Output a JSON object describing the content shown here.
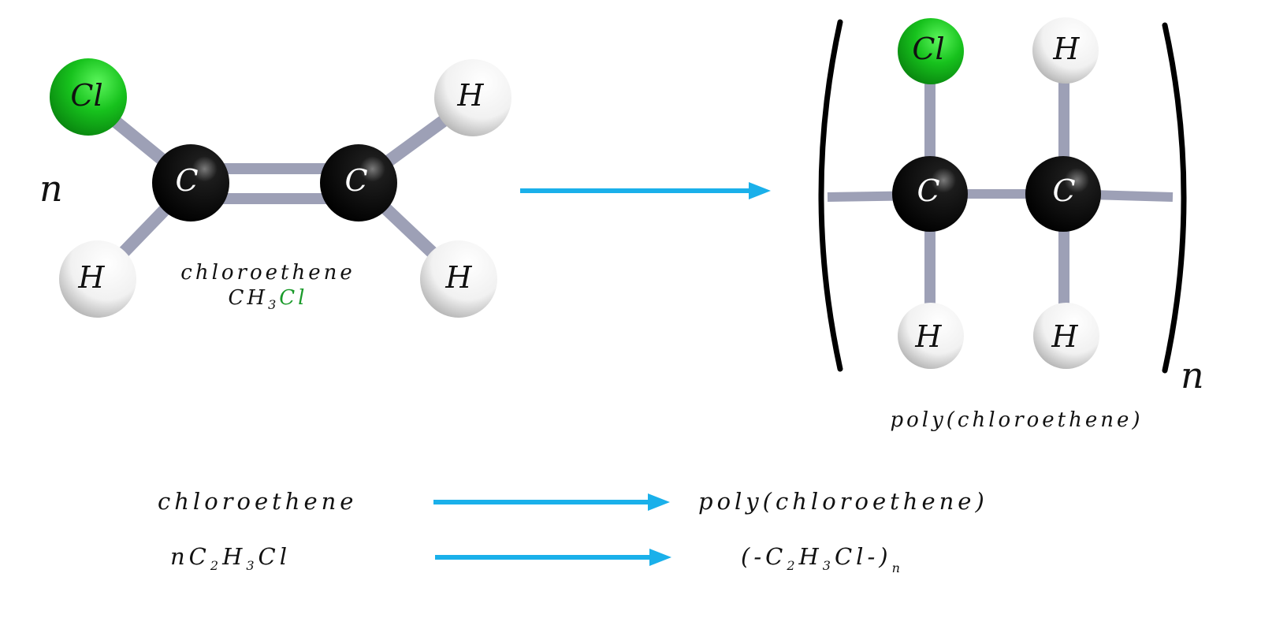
{
  "colors": {
    "chlorine": "#16b81c",
    "chlorine_text": "#1a9a2a",
    "carbon": "#000000",
    "hydrogen": "#ffffff",
    "bond": "#9da0b6",
    "arrow": "#1ab0ea",
    "bracket": "#000000"
  },
  "monomer": {
    "coefficient": "n",
    "name": "chloroethene",
    "formula_main": "CH",
    "formula_sub": "3",
    "formula_cl": "Cl",
    "atoms": [
      {
        "id": "cl",
        "element": "Cl",
        "label": "Cl"
      },
      {
        "id": "c1",
        "element": "C",
        "label": "C"
      },
      {
        "id": "c2",
        "element": "C",
        "label": "C"
      },
      {
        "id": "h_top_right",
        "element": "H",
        "label": "H"
      },
      {
        "id": "h_bottom_left",
        "element": "H",
        "label": "H"
      },
      {
        "id": "h_bottom_right",
        "element": "H",
        "label": "H"
      }
    ]
  },
  "reaction_arrow": "arrow-right-icon",
  "polymer": {
    "subscript": "n",
    "name": "poly(chloroethene)",
    "atoms": [
      {
        "id": "cl",
        "element": "Cl",
        "label": "Cl"
      },
      {
        "id": "h_top",
        "element": "H",
        "label": "H"
      },
      {
        "id": "c1",
        "element": "C",
        "label": "C"
      },
      {
        "id": "c2",
        "element": "C",
        "label": "C"
      },
      {
        "id": "h_bottom_left",
        "element": "H",
        "label": "H"
      },
      {
        "id": "h_bottom_right",
        "element": "H",
        "label": "H"
      }
    ]
  },
  "equations": {
    "word": {
      "reactant": "chloroethene",
      "product": "poly(chloroethene)"
    },
    "formula": {
      "reactant_parts": [
        "nC",
        "2",
        "H",
        "3",
        "Cl"
      ],
      "product_parts": [
        "(-C",
        "2",
        "H",
        "3",
        "Cl-)",
        "n"
      ]
    }
  }
}
